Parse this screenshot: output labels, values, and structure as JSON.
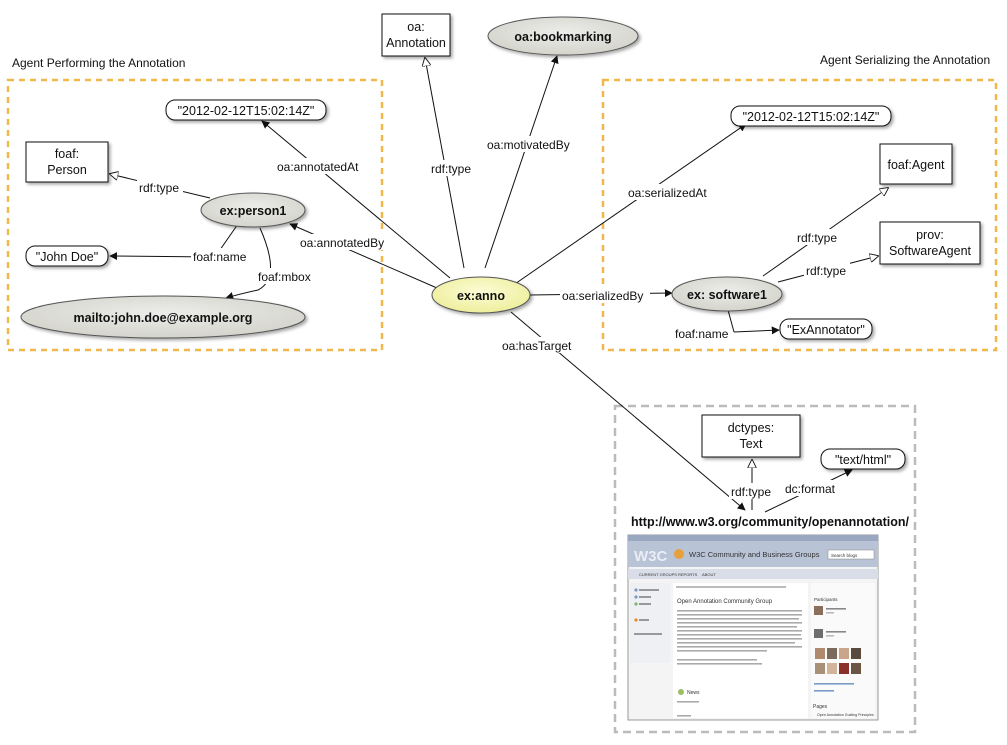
{
  "groups": {
    "performing": "Agent Performing the Annotation",
    "serializing": "Agent Serializing the Annotation"
  },
  "nodes": {
    "anno": "ex:anno",
    "annotation_type": [
      "oa:",
      "Annotation"
    ],
    "bookmarking": "oa:bookmarking",
    "annotated_at": "\"2012-02-12T15:02:14Z\"",
    "person_type": [
      "foaf:",
      "Person"
    ],
    "person1": "ex:person1",
    "john_doe": "\"John Doe\"",
    "mbox": "mailto:john.doe@example.org",
    "serialized_at": "\"2012-02-12T15:02:14Z\"",
    "foaf_agent": "foaf:Agent",
    "software_agent": [
      "prov:",
      "SoftwareAgent"
    ],
    "software1": "ex: software1",
    "exannotator": "\"ExAnnotator\"",
    "dctypes_text": [
      "dctypes:",
      "Text"
    ],
    "text_html": "\"text/html\"",
    "target_url": "http://www.w3.org/community/openannotation/"
  },
  "edges": {
    "rdf_type_anno": "rdf:type",
    "motivated_by": "oa:motivatedBy",
    "annotated_at": "oa:annotatedAt",
    "annotated_by": "oa:annotatedBy",
    "rdf_type_person": "rdf:type",
    "foaf_name_person": "foaf:name",
    "foaf_mbox": "foaf:mbox",
    "serialized_at": "oa:serializedAt",
    "serialized_by": "oa:serializedBy",
    "rdf_type_sw1": "rdf:type",
    "rdf_type_sw2": "rdf:type",
    "foaf_name_sw": "foaf:name",
    "has_target": "oa:hasTarget",
    "rdf_type_target": "rdf:type",
    "dc_format": "dc:format"
  },
  "screenshot": {
    "site_title": "W3C Community and Business Groups",
    "search_placeholder": "Search blogs",
    "nav": [
      "CURRENT GROUPS",
      "REPORTS",
      "ABOUT"
    ],
    "group_title": "Open Annotation Community Group",
    "participants_heading": "Participants",
    "news_heading": "News",
    "pages_heading": "Pages",
    "page_item": "Open Annotation Guiding Principles"
  },
  "colors": {
    "anno_fill": "#f7f7b4",
    "resource_fill": "#e2e2dc",
    "group_orange": "#f0b84a",
    "group_gray": "#bbbbbb"
  }
}
